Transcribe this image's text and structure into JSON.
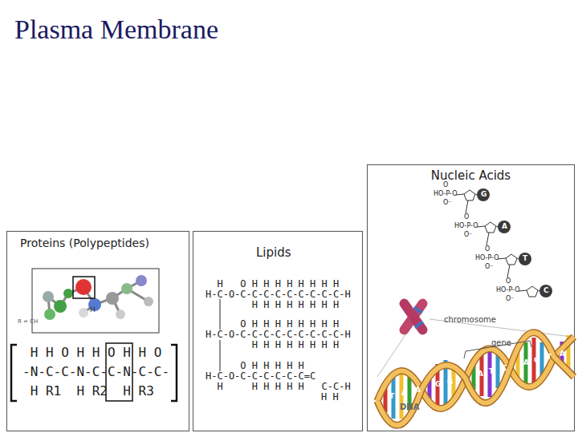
{
  "diagram": {
    "title": "Plasma Membrane",
    "nodes": [
      {
        "text": [
          "Proteins (Polypeptides)"
        ]
      },
      {
        "text": [
          "Lipids"
        ]
      },
      {
        "text": [
          "Nucleic Acids"
        ]
      }
    ],
    "labels": [
      "R = CH",
      "H",
      " H H O H H O H H O",
      "-N-C-C-N-C-C-N-C-C-",
      " H R1  H R2  H R3",
      "  H   O H H H H H H H H",
      "H-C-O-C-C-C-C-C-C-C-C-C-H",
      "        H H H H H H H H",
      "      O H H H H H H H H",
      "H-C-O-C-C-C-C-C-C-C-C-C-H",
      "        H H H H H H H H",
      "      O H H H H H",
      "H-C-O-C-C-C-C-C-C=C",
      "  H     H H H H H   C-C-H",
      "H H",
      "O",
      "HO-P-O",
      "O⁻",
      "O",
      "HO-P-O",
      "O⁻",
      "O",
      "HO-P-O",
      "O⁻",
      "O",
      "HO-P-O",
      "O⁻",
      "G",
      "A",
      "T",
      "C",
      "chromosome",
      "gene",
      "DNA",
      "T",
      "A",
      "A",
      "G",
      "G",
      "A",
      "T",
      "C",
      "A",
      "G",
      "T",
      "A"
    ]
  }
}
